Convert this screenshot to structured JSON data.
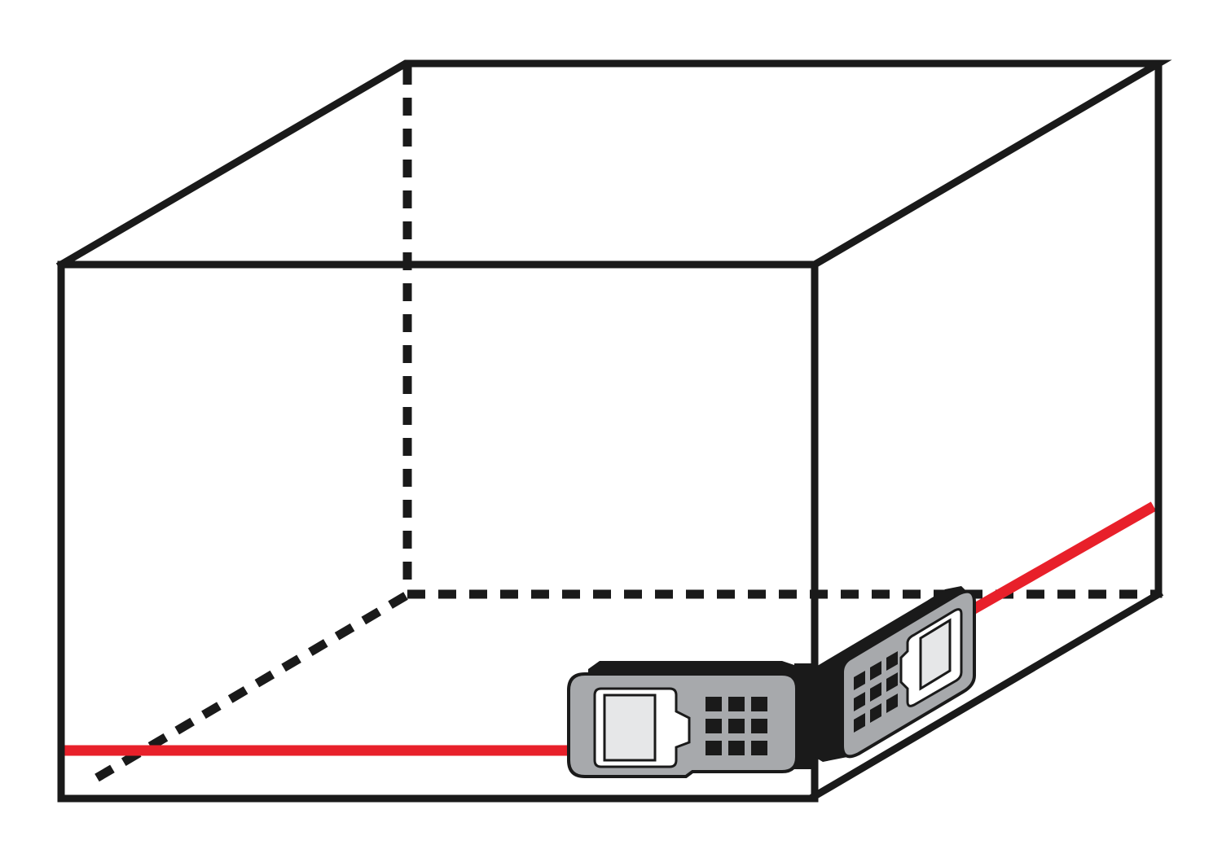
{
  "diagram": {
    "subject": "room-box-with-laser-distance-meter",
    "colors": {
      "background": "#ffffff",
      "box_stroke": "#1a1a1a",
      "laser": "#e8202a",
      "device_body": "#a7a9ac",
      "device_dark": "#1a1a1a",
      "device_screen": "#e6e7e8"
    },
    "elements": {
      "box": "rectangular-box-outline",
      "hidden_edges": "dashed-hidden-edges",
      "laser_beams": "laser-beam",
      "devices": "laser-distance-meter"
    }
  }
}
